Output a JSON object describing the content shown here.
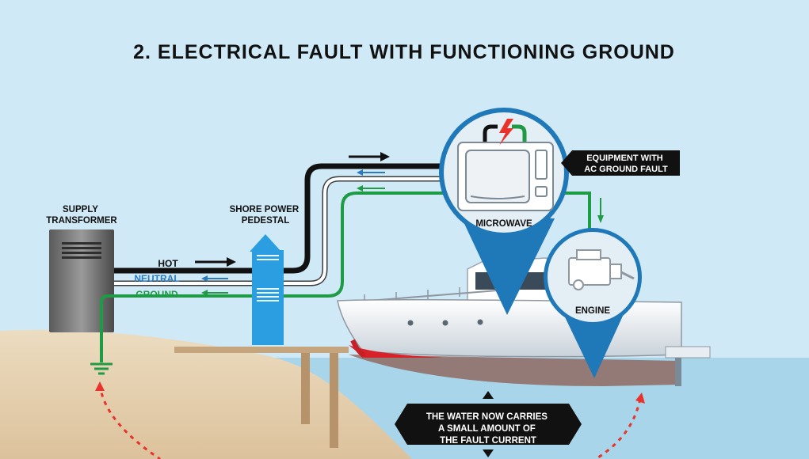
{
  "title": "2. ELECTRICAL FAULT WITH FUNCTIONING GROUND",
  "labels": {
    "supply_transformer": [
      "SUPPLY",
      "TRANSFORMER"
    ],
    "shore_power_pedestal": [
      "SHORE POWER",
      "PEDESTAL"
    ],
    "hot": "HOT",
    "neutral": "NEUTRAL",
    "ground": "GROUND",
    "microwave": "MICROWAVE",
    "engine": "ENGINE",
    "equipment_callout": [
      "EQUIPMENT WITH",
      "AC GROUND FAULT"
    ],
    "water_callout": [
      "THE WATER NOW CARRIES",
      "A SMALL AMOUNT OF",
      "THE FAULT CURRENT"
    ]
  },
  "colors": {
    "sky": "#cfe9f7",
    "water": "#a9d5ea",
    "sand": "#e6d2b2",
    "hot": "#111111",
    "neutral": "#2b7bc0",
    "ground": "#1f9a45",
    "bubble": "#1f78b8",
    "pedestal": "#2a9ee0",
    "spark": "#e8322b",
    "fault_current": "#e8322b"
  },
  "icons": [
    "transformer-icon",
    "pedestal-icon",
    "microwave-icon",
    "engine-icon",
    "ground-symbol-icon",
    "spark-icon",
    "boat-icon",
    "dock-icon"
  ]
}
